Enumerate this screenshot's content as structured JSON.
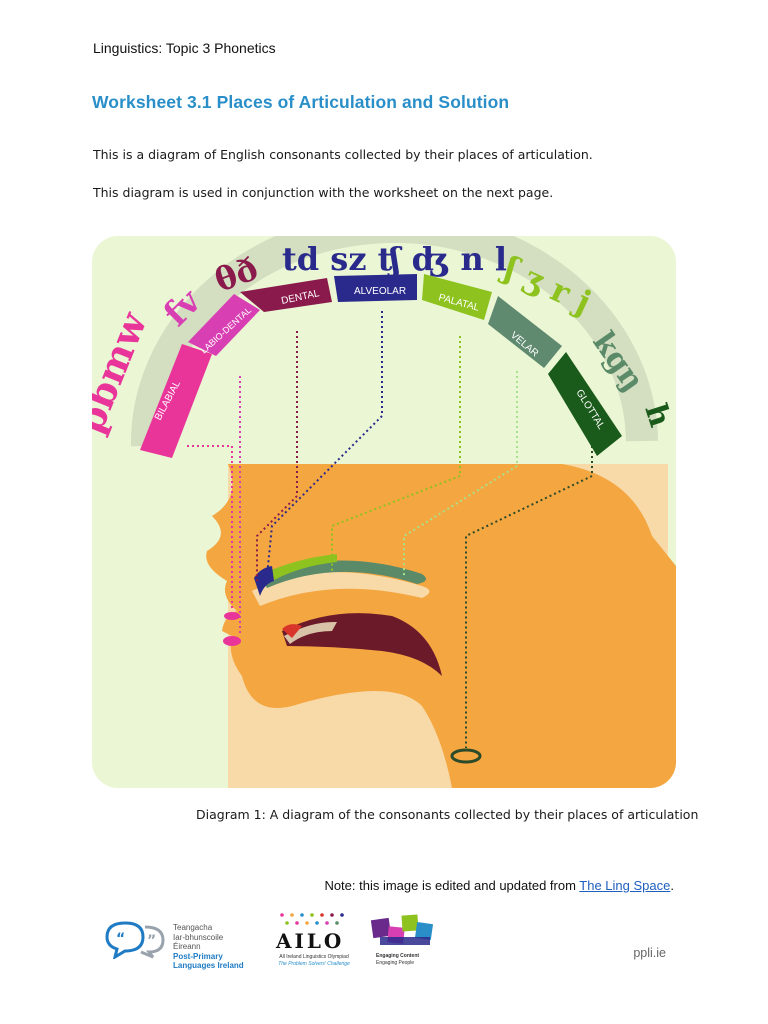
{
  "header": {
    "text": "Linguistics: Topic 3 Phonetics"
  },
  "title": "Worksheet 3.1 Places of Articulation and Solution",
  "paragraphs": [
    "This is a diagram of English consonants collected by their places of articulation.",
    "This diagram is used in conjunction with the worksheet on the next page."
  ],
  "diagram": {
    "places": [
      {
        "label": "BILABIAL",
        "color": "#e9359a"
      },
      {
        "label": "LABIO-DENTAL",
        "color": "#d83fb3"
      },
      {
        "label": "DENTAL",
        "color": "#8b1a4c"
      },
      {
        "label": "ALVEOLAR",
        "color": "#2a2a8c"
      },
      {
        "label": "PALATAL",
        "color": "#8dc21f"
      },
      {
        "label": "VELAR",
        "color": "#5f8a70"
      },
      {
        "label": "GLOTTAL",
        "color": "#1a5a1a"
      }
    ],
    "consonants": {
      "bilabial": "pbmw",
      "labiodental": "fv",
      "dental": "θð",
      "alveolar": "td sz ʧ ʤ n l",
      "palatal": "ʃ ʒ r j",
      "velar": "kgŋ",
      "glottal": "h"
    },
    "colors": {
      "background": "#eaf6d4",
      "head": "#f4a640",
      "head_light": "#f8d9a8",
      "text_blue": "#2a2a8c"
    }
  },
  "caption": "Diagram 1: A diagram of the consonants collected by their places of articulation",
  "note": {
    "prefix": "Note: this image is edited and updated from ",
    "link": "The Ling Space",
    "suffix": "."
  },
  "footer": {
    "ppl": {
      "line1": "Teangacha",
      "line2": "Iar-bhunscoile Éireann",
      "line3": "Post-Primary",
      "line4": "Languages Ireland"
    },
    "ailo": {
      "word": "AILO",
      "line1": "All Ireland Linguistics Olympiad",
      "line2": "The Problem Solvers' Challenge"
    },
    "adapt": {
      "line1": "Engaging Content",
      "line2": "Engaging People"
    },
    "site": "ppli.ie"
  }
}
